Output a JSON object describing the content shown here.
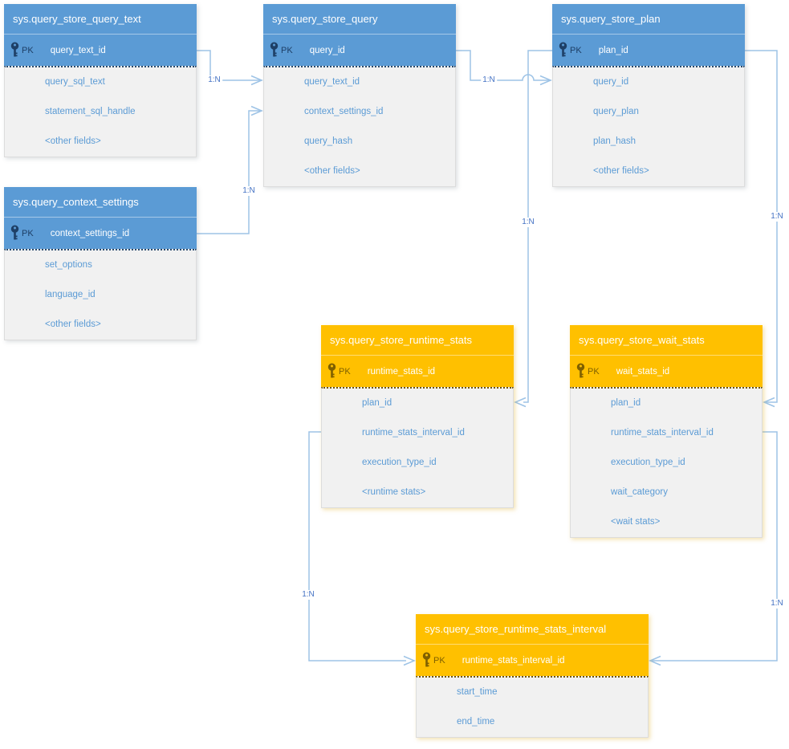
{
  "diagram": {
    "colors": {
      "blue_header": "#5b9bd5",
      "orange_header": "#ffc000",
      "connector": "#9dc3e6",
      "field_text": "#5b9bd5",
      "label_text": "#4472c4"
    },
    "tables": [
      {
        "title": "sys.query_store_query_text",
        "pk_label": "PK",
        "pk_field": "query_text_id",
        "fields": [
          "query_sql_text",
          "statement_sql_handle",
          "<other fields>"
        ]
      },
      {
        "title": "sys.query_store_query",
        "pk_label": "PK",
        "pk_field": "query_id",
        "fields": [
          "query_text_id",
          "context_settings_id",
          "query_hash",
          "<other fields>"
        ]
      },
      {
        "title": "sys.query_store_plan",
        "pk_label": "PK",
        "pk_field": "plan_id",
        "fields": [
          "query_id",
          "query_plan",
          "plan_hash",
          "<other fields>"
        ]
      },
      {
        "title": "sys.query_context_settings",
        "pk_label": "PK",
        "pk_field": "context_settings_id",
        "fields": [
          "set_options",
          "language_id",
          "<other fields>"
        ]
      },
      {
        "title": "sys.query_store_runtime_stats",
        "pk_label": "PK",
        "pk_field": "runtime_stats_id",
        "fields": [
          "plan_id",
          "runtime_stats_interval_id",
          "execution_type_id",
          "<runtime stats>"
        ]
      },
      {
        "title": "sys.query_store_wait_stats",
        "pk_label": "PK",
        "pk_field": "wait_stats_id",
        "fields": [
          "plan_id",
          "runtime_stats_interval_id",
          "execution_type_id",
          "wait_category",
          "<wait stats>"
        ]
      },
      {
        "title": "sys.query_store_runtime_stats_interval",
        "pk_label": "PK",
        "pk_field": "runtime_stats_interval_id",
        "fields": [
          "start_time",
          "end_time"
        ]
      }
    ],
    "relations": [
      {
        "label": "1:N"
      },
      {
        "label": "1:N"
      },
      {
        "label": "1:N"
      },
      {
        "label": "1:N"
      },
      {
        "label": "1:N"
      },
      {
        "label": "1:N"
      },
      {
        "label": "1:N"
      }
    ]
  }
}
